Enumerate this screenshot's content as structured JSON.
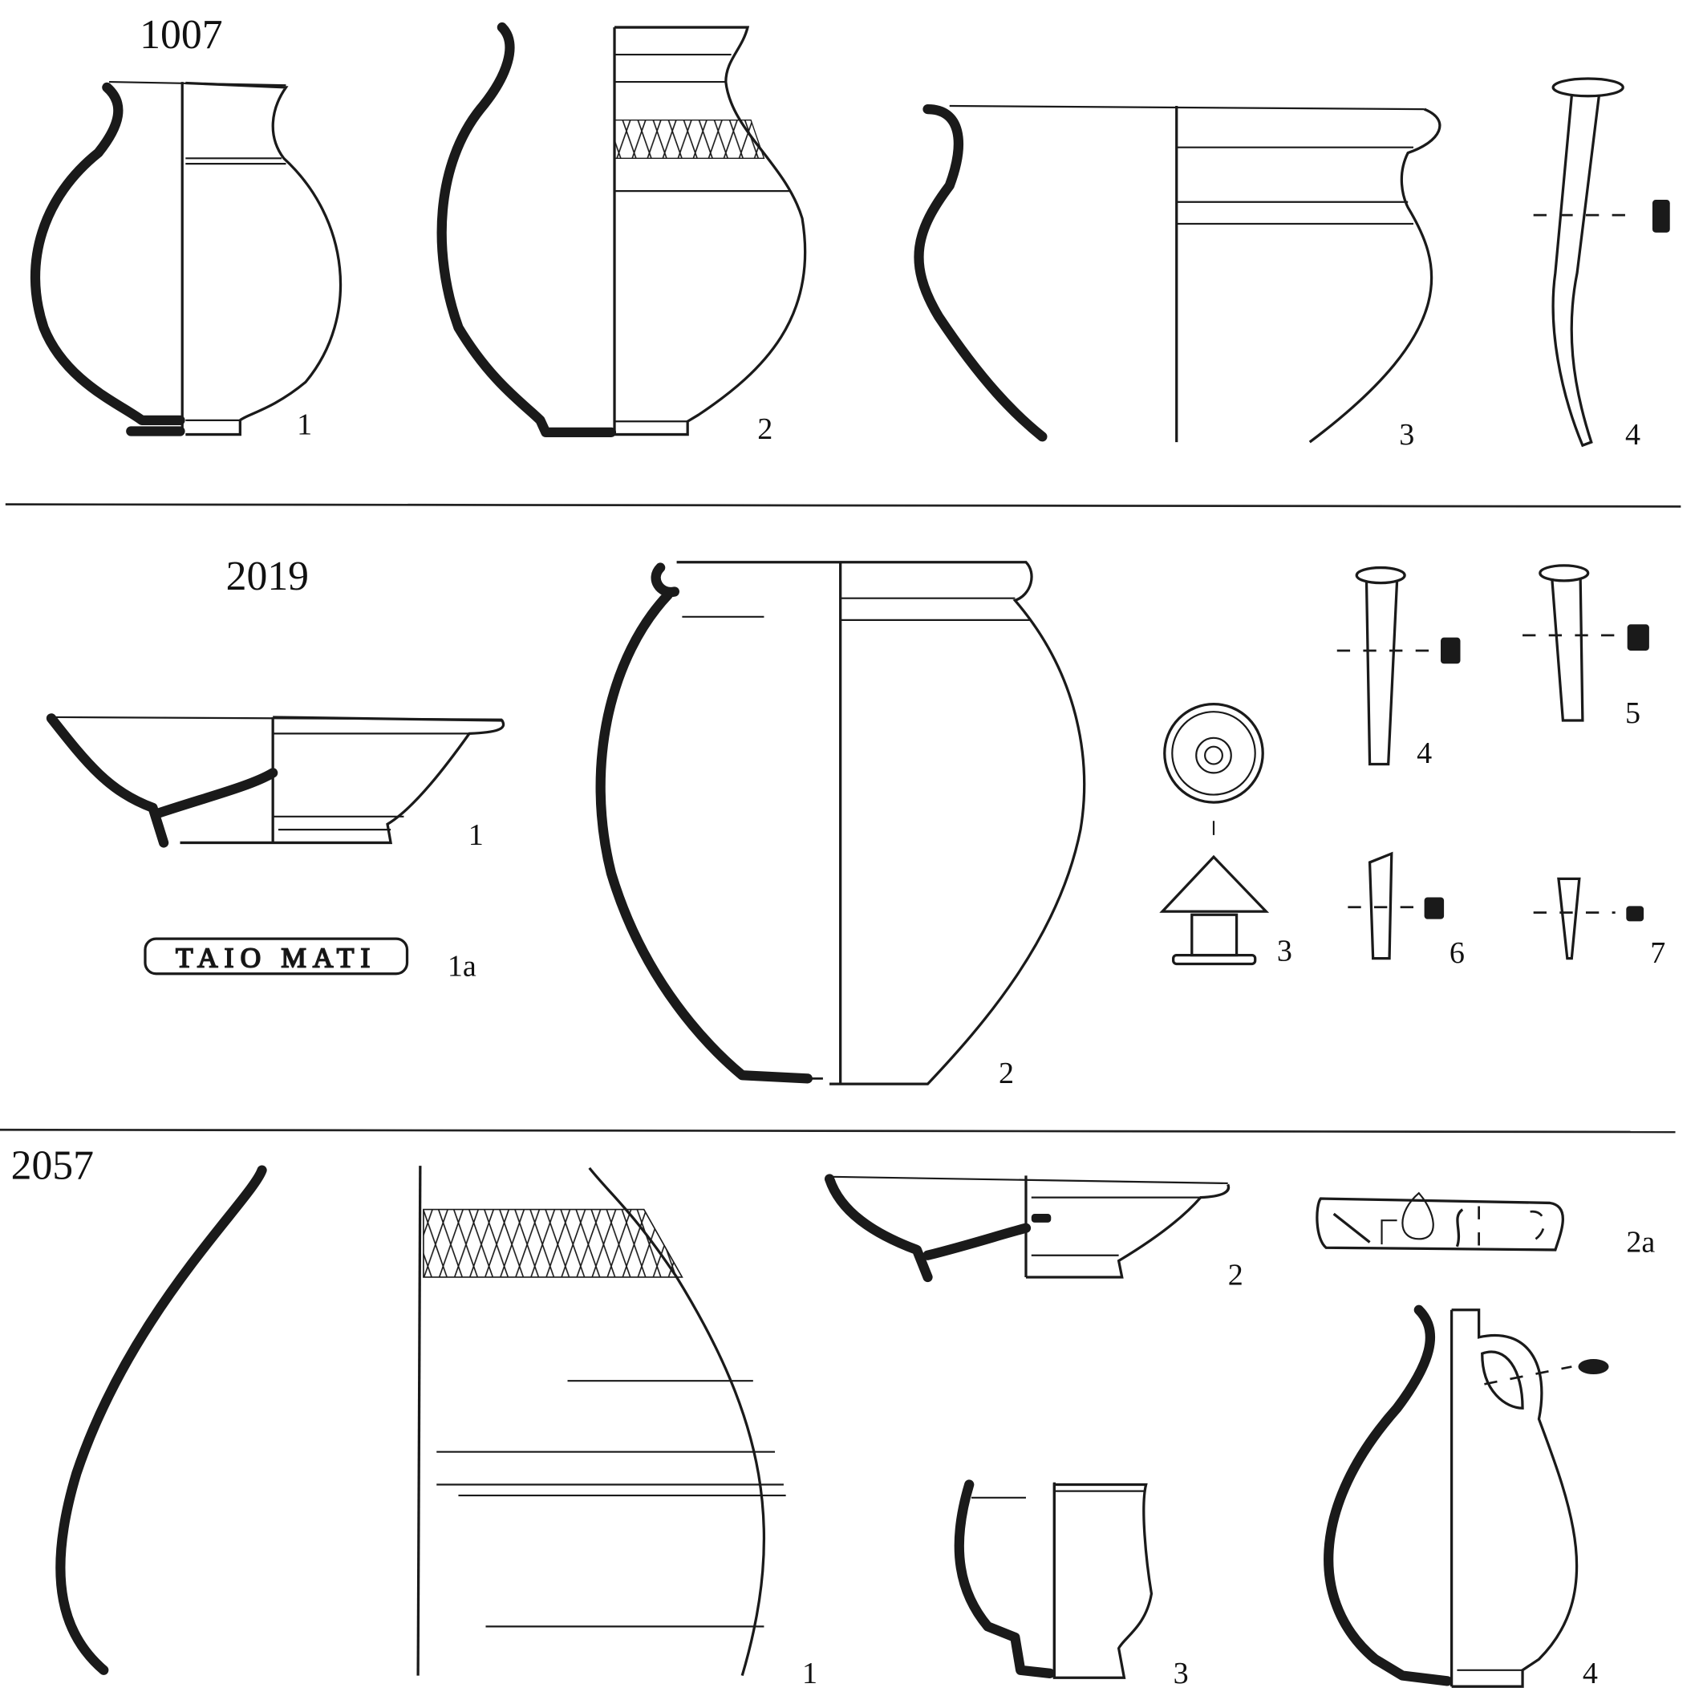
{
  "plate": {
    "sections": [
      {
        "label": "1007",
        "figures": [
          "1",
          "2",
          "3",
          "4"
        ]
      },
      {
        "label": "2019",
        "figures": [
          "1",
          "1a",
          "2",
          "3",
          "4",
          "5",
          "6",
          "7"
        ]
      },
      {
        "label": "2057",
        "figures": [
          "1",
          "2",
          "2a",
          "3",
          "4"
        ]
      }
    ],
    "stamps": {
      "s2019_1a": "TAIO MATI"
    },
    "colors": {
      "ink": "#1a1a1a",
      "paper": "#ffffff"
    }
  }
}
